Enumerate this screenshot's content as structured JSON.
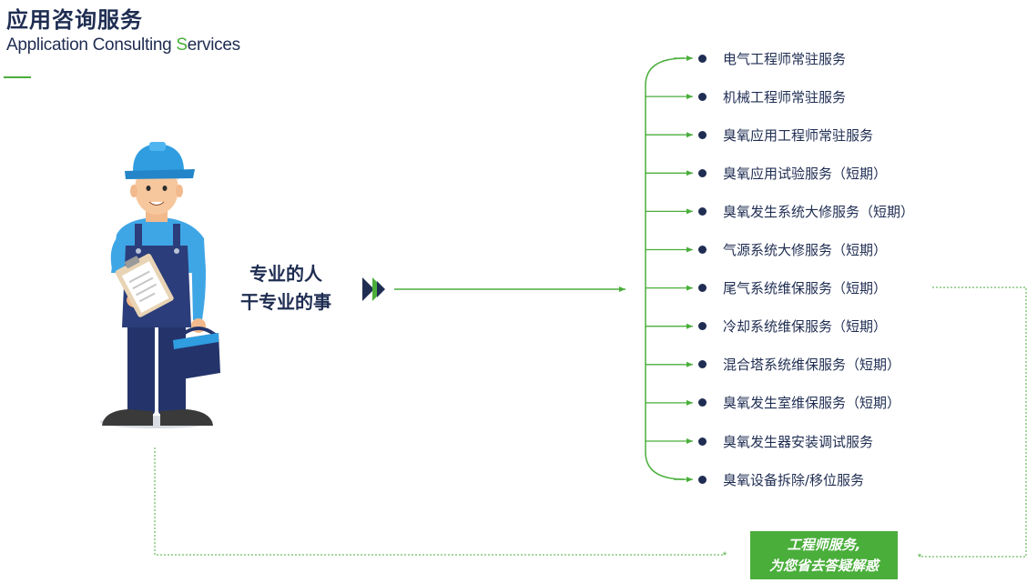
{
  "header": {
    "title_cn": "应用咨询服务",
    "title_en_prefix": "Application Consulting ",
    "title_en_accent": "S",
    "title_en_suffix": "ervices"
  },
  "slogan": {
    "line1": "专业的人",
    "line2": "干专业的事"
  },
  "services": [
    "电气工程师常驻服务",
    "机械工程师常驻服务",
    "臭氧应用工程师常驻服务",
    "臭氧应用试验服务（短期）",
    "臭氧发生系统大修服务（短期）",
    "气源系统大修服务（短期）",
    "尾气系统维保服务（短期）",
    "冷却系统维保服务（短期）",
    "混合塔系统维保服务（短期）",
    "臭氧发生室维保服务（短期）",
    "臭氧发生器安装调试服务",
    "臭氧设备拆除/移位服务"
  ],
  "callout": {
    "line1": "工程师服务,",
    "line2": "为您省去答疑解惑"
  },
  "colors": {
    "navy": "#1f2d52",
    "green": "#4aae3b",
    "helmet_blue": "#2f9de0",
    "shirt_blue": "#3fa6e6"
  },
  "icons": {
    "worker": "engineer-worker-illustration",
    "arrow": "double-chevron-right-icon"
  }
}
